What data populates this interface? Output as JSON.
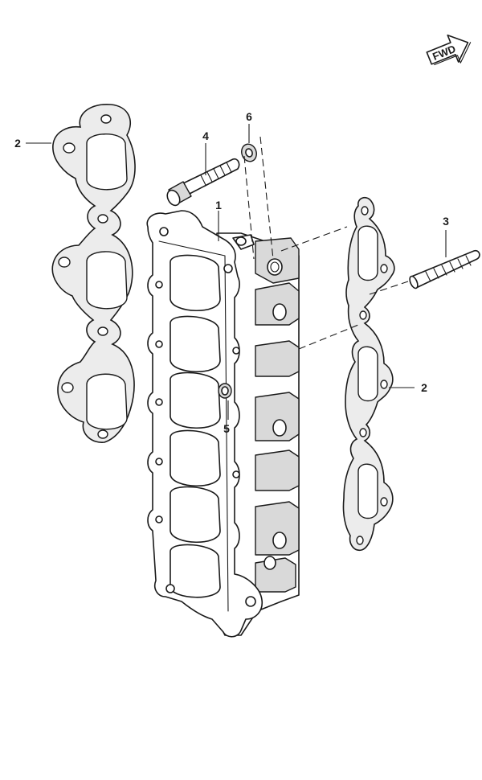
{
  "fwd_badge": {
    "label": "FWD"
  },
  "callouts": [
    {
      "id": "1",
      "part": "intake-manifold"
    },
    {
      "id": "2",
      "part": "gasket-left"
    },
    {
      "id": "2",
      "part": "gasket-right"
    },
    {
      "id": "3",
      "part": "stud"
    },
    {
      "id": "4",
      "part": "bolt"
    },
    {
      "id": "5",
      "part": "bolt-small"
    },
    {
      "id": "6",
      "part": "washer"
    }
  ]
}
